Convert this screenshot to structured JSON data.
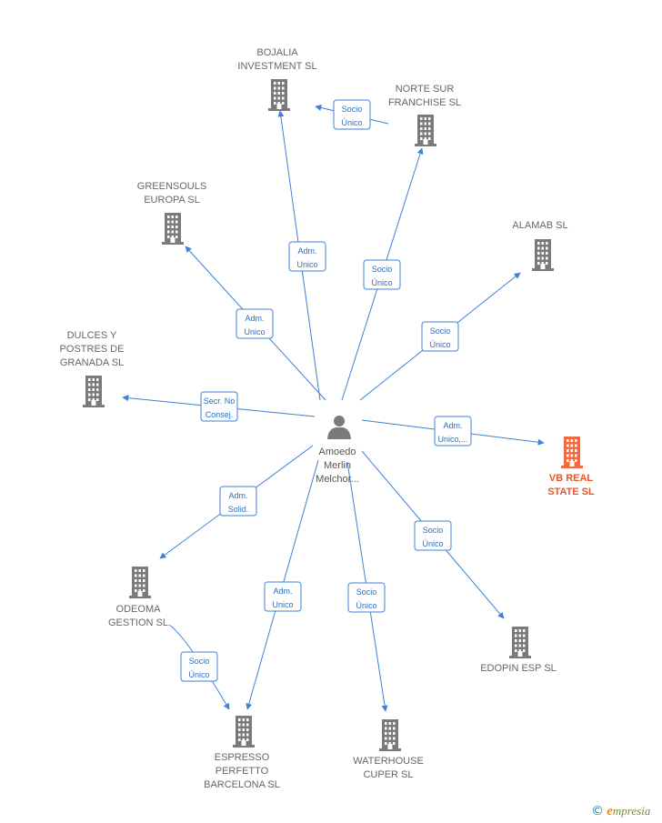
{
  "colors": {
    "building": "#7a7a7a",
    "highlight": "#f26a3d",
    "edge": "#3d82d6"
  },
  "center": {
    "id": "person",
    "icon": "person-icon",
    "lines": [
      "Amoedo",
      "Merlin",
      "Melchor..."
    ]
  },
  "nodes": [
    {
      "id": "bojalia",
      "lines": [
        "BOJALIA",
        "INVESTMENT SL"
      ],
      "highlight": false
    },
    {
      "id": "norte",
      "lines": [
        "NORTE SUR",
        "FRANCHISE  SL"
      ],
      "highlight": false
    },
    {
      "id": "greensouls",
      "lines": [
        "GREENSOULS",
        "EUROPA  SL"
      ],
      "highlight": false
    },
    {
      "id": "alamab",
      "lines": [
        "ALAMAB  SL"
      ],
      "highlight": false
    },
    {
      "id": "dulces",
      "lines": [
        "DULCES Y",
        "POSTRES DE",
        "GRANADA SL"
      ],
      "highlight": false
    },
    {
      "id": "vbreal",
      "lines": [
        "VB REAL",
        "STATE  SL"
      ],
      "highlight": true
    },
    {
      "id": "odeoma",
      "lines": [
        "ODEOMA",
        "GESTION  SL"
      ],
      "highlight": false
    },
    {
      "id": "edopin",
      "lines": [
        "EDOPIN ESP  SL"
      ],
      "highlight": false
    },
    {
      "id": "espresso",
      "lines": [
        "ESPRESSO",
        "PERFETTO",
        "BARCELONA  SL"
      ],
      "highlight": false
    },
    {
      "id": "waterhouse",
      "lines": [
        "WATERHOUSE",
        "CUPER  SL"
      ],
      "highlight": false
    }
  ],
  "edges": [
    {
      "from": "person",
      "to": "bojalia",
      "label": [
        "Adm.",
        "Unico"
      ]
    },
    {
      "from": "norte",
      "to": "bojalia",
      "label": [
        "Socio",
        "Único"
      ]
    },
    {
      "from": "person",
      "to": "norte",
      "label": [
        "Socio",
        "Único"
      ]
    },
    {
      "from": "person",
      "to": "greensouls",
      "label": [
        "Adm.",
        "Unico"
      ]
    },
    {
      "from": "person",
      "to": "alamab",
      "label": [
        "Socio",
        "Único"
      ]
    },
    {
      "from": "person",
      "to": "dulces",
      "label": [
        "Secr.  No",
        "Consej."
      ]
    },
    {
      "from": "person",
      "to": "vbreal",
      "label": [
        "Adm.",
        "Unico,..."
      ]
    },
    {
      "from": "person",
      "to": "odeoma",
      "label": [
        "Adm.",
        "Solid."
      ]
    },
    {
      "from": "person",
      "to": "edopin",
      "label": [
        "Socio",
        "Único"
      ]
    },
    {
      "from": "person",
      "to": "espresso",
      "label": [
        "Adm.",
        "Unico"
      ]
    },
    {
      "from": "odeoma",
      "to": "espresso",
      "label": [
        "Socio",
        "Único"
      ]
    },
    {
      "from": "person",
      "to": "waterhouse",
      "label": [
        "Socio",
        "Único"
      ]
    }
  ],
  "brand": {
    "copyright": "©",
    "initial": "e",
    "rest": "mpresia"
  }
}
